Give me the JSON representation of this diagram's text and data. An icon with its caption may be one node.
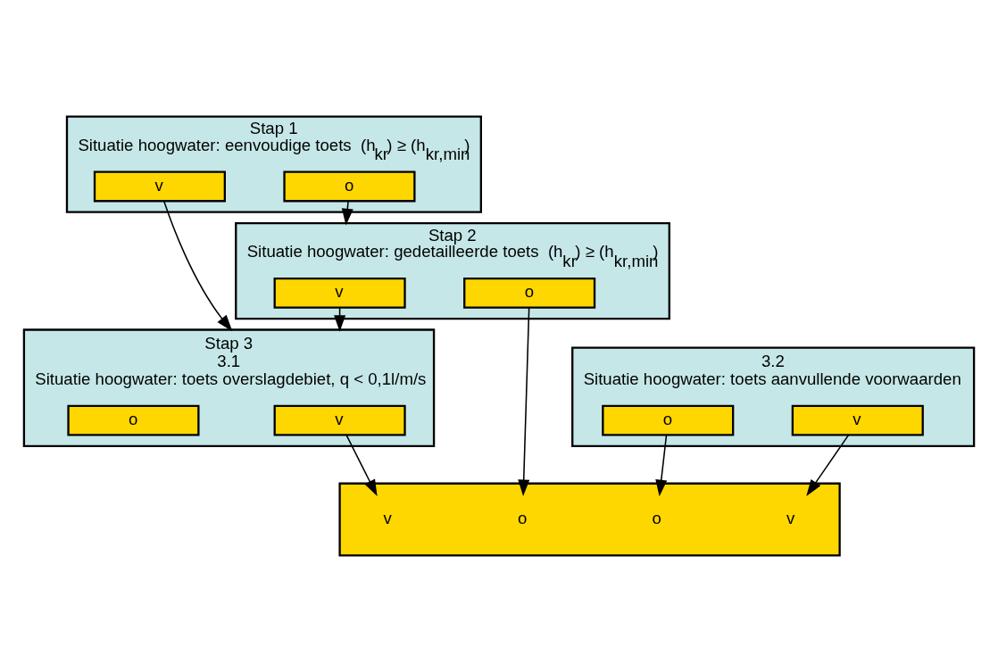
{
  "diagram": {
    "nodes": [
      {
        "text": [
          "Stap 1",
          "Situatie hoogwater: eenvoudige toets  (h$_{kr}$) ≥ (h$_{kr,min}$)"
        ]
      },
      {
        "text": [
          "v"
        ],
        "in": 0
      },
      {
        "text": [
          "o"
        ],
        "in": 0
      },
      {
        "text": [
          "Stap 2",
          "Situatie hoogwater: gedetailleerde toets  (h$_{kr}$) ≥ (h$_{kr,min}$)"
        ]
      },
      {
        "text": [
          "v"
        ],
        "in": 3
      },
      {
        "text": [
          "o"
        ],
        "in": 3
      },
      {
        "text": [
          "Stap 3",
          "3.1",
          "Situatie hoogwater: toets overslagdebiet, q < 0,1l/m/s"
        ]
      },
      {
        "text": [
          "v"
        ],
        "in": 6
      },
      {
        "text": [
          "o"
        ],
        "in": 6
      },
      {
        "text": [
          "3.2",
          "Situatie hoogwater: toets aanvullende voorwaarden"
        ]
      },
      {
        "text": [
          "v"
        ],
        "in": 9
      },
      {
        "text": [
          "o"
        ],
        "in": 9
      },
      {
        "text": [],
        "shape": "bar"
      },
      {
        "text": [
          "v"
        ],
        "in": 12
      },
      {
        "text": [
          "v"
        ],
        "in": 12
      },
      {
        "text": [
          "o"
        ],
        "in": 12
      },
      {
        "text": [
          "o"
        ],
        "in": 12
      }
    ],
    "edges": [
      {
        "from": 1,
        "to": 6,
        "arrow": "to"
      },
      {
        "from": 2,
        "to": 3,
        "arrow": "to"
      },
      {
        "from": 4,
        "to": 6,
        "arrow": "to"
      },
      {
        "from": 5,
        "to": 16,
        "arrow": "to"
      },
      {
        "from": 7,
        "to": 13,
        "arrow": "to"
      },
      {
        "from": 10,
        "to": 14,
        "arrow": "to"
      },
      {
        "from": 11,
        "to": 15,
        "arrow": "to"
      }
    ]
  }
}
